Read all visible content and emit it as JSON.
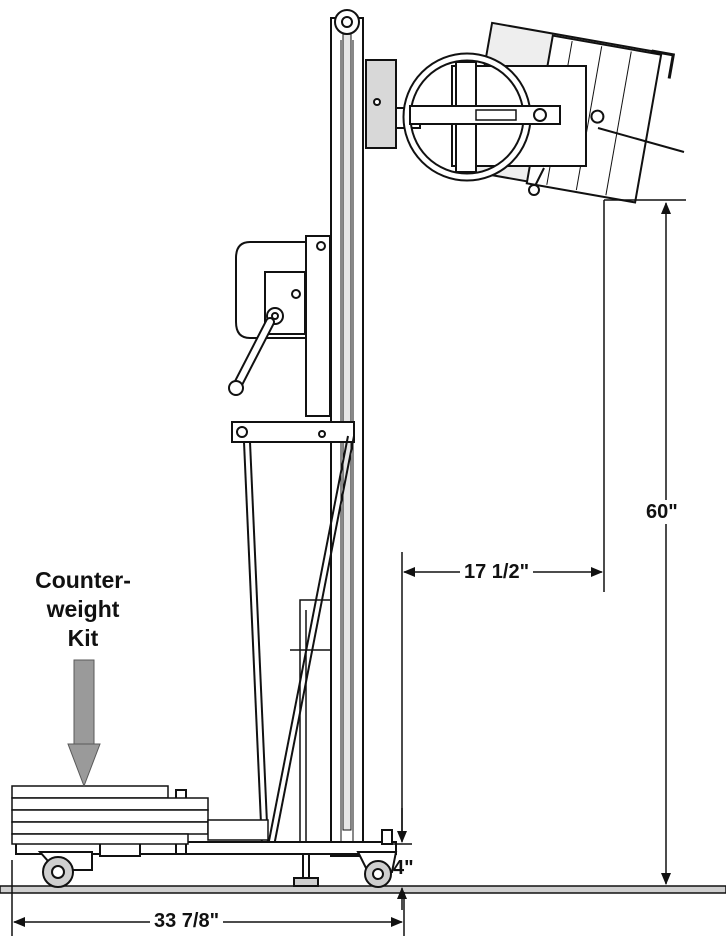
{
  "callout": {
    "line1": "Counter-",
    "line2": "weight",
    "line3": "Kit"
  },
  "dimensions": {
    "height": "60\"",
    "reach": "17 1/2\"",
    "base_width": "33 7/8\"",
    "base_clearance": "4\""
  },
  "colors": {
    "ink": "#111111",
    "fill": "#ffffff",
    "shadow": "#cfcfcf",
    "arrow": "#9a9a9a"
  }
}
